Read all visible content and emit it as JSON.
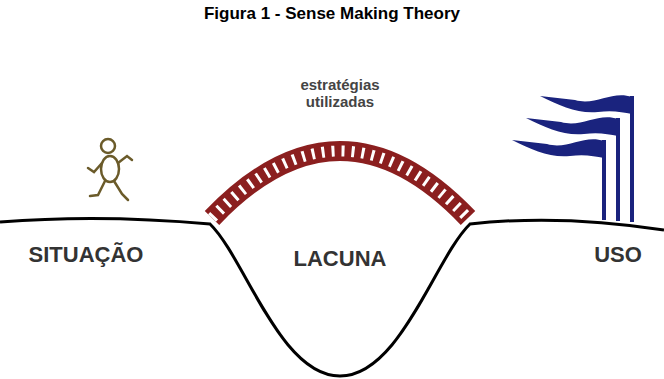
{
  "diagram": {
    "title": "Figura 1 - Sense Making Theory",
    "labels": [
      "estratégias utilizadas",
      "SITUAÇÃO",
      "LACUNA",
      "USO"
    ]
  }
}
